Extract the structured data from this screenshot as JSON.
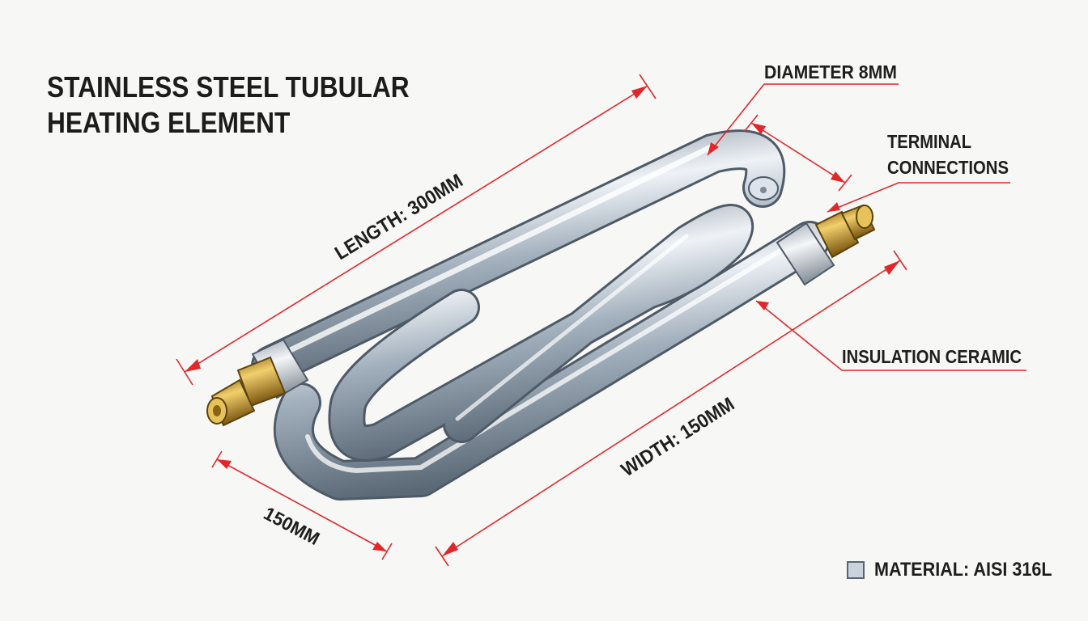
{
  "title": {
    "line1": "STAINLESS STEEL TUBULAR",
    "line2": "HEATING ELEMENT"
  },
  "labels": {
    "diameter": "DIAMETER 8MM",
    "terminal_line1": "TERMINAL",
    "terminal_line2": "CONNECTIONS",
    "length": "LENGTH: 300MM",
    "insulation": "INSULATION CERAMIC",
    "width": "WIDTH: 150MM",
    "small_dim": "150MM"
  },
  "legend": {
    "material": "MATERIAL: AISI 316L",
    "swatch_color": "#c9d3de"
  },
  "colors": {
    "dimension_line": "#e0282a",
    "tube_steel": "#9aa8b6",
    "brass": "#c79a2a",
    "text": "#1e1e1e"
  }
}
